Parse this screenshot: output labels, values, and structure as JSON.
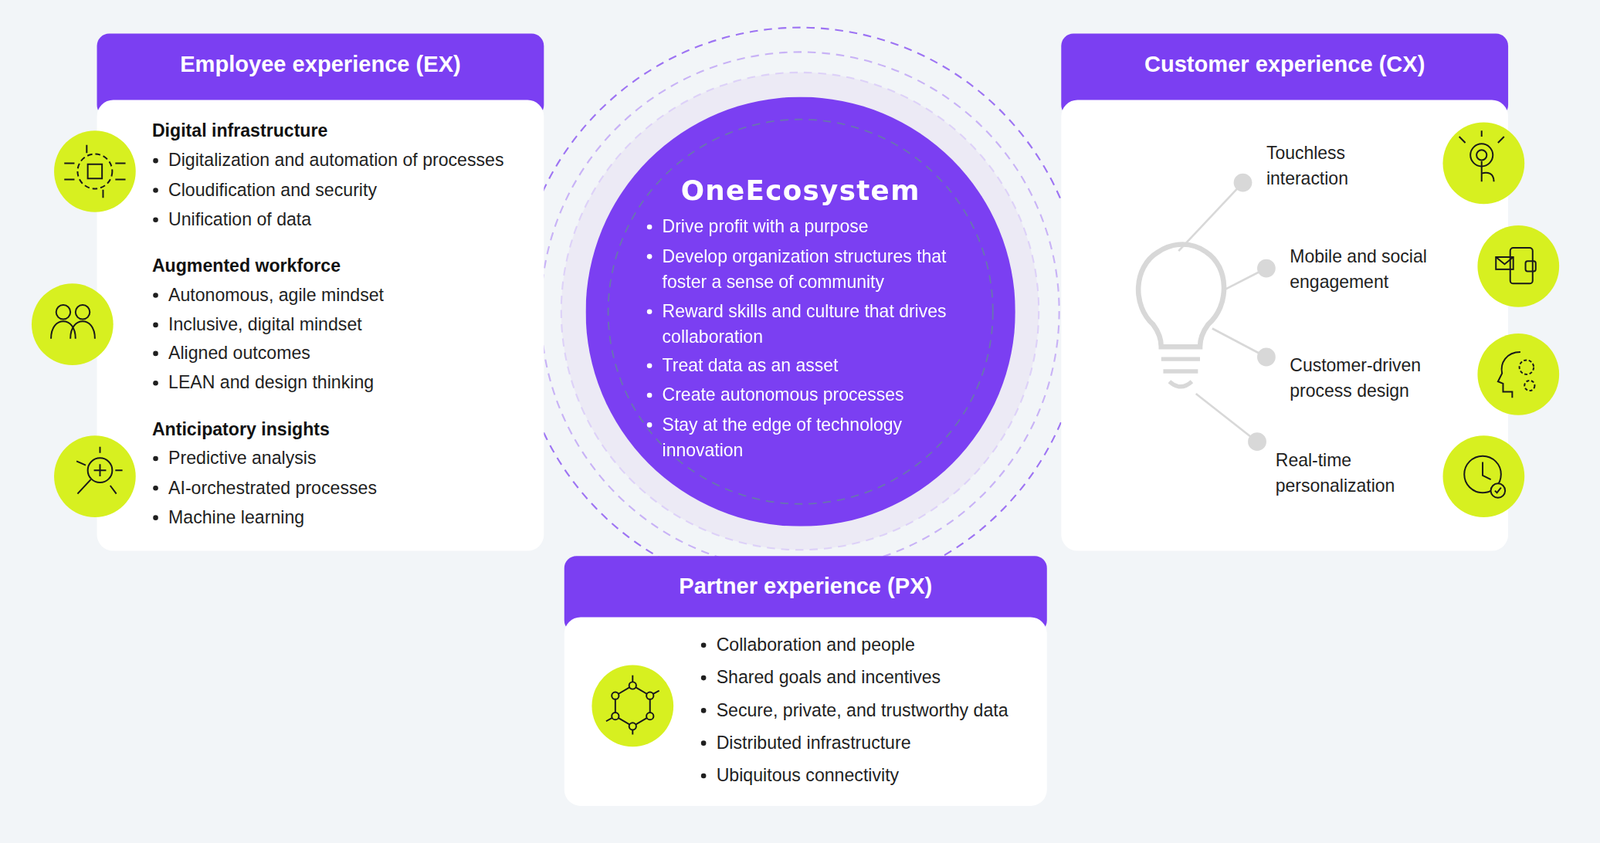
{
  "diagram": {
    "nodes": [
      {
        "text": [
          "Employee experience (EX)",
          "Digital infrastructure",
          "Digitalization and automation of processes",
          "Cloudification and security",
          "Unification of data",
          "Augmented workforce",
          "Autonomous, agile mindset",
          "Inclusive, digital mindset",
          "Aligned outcomes",
          "LEAN and design thinking",
          "Anticipatory insights",
          "Predictive analysis",
          "AI-orchestrated processes",
          "Machine learning"
        ]
      },
      {
        "text": [
          "OneEcosystem",
          "Drive profit with a purpose",
          "Develop organization structures that foster a sense of community",
          "Reward skills and culture that drives collaboration",
          "Treat data as an asset",
          "Create autonomous processes",
          "Stay at the edge of technology innovation"
        ]
      },
      {
        "text": [
          "Customer experience (CX)",
          "Touchless interaction",
          "Mobile and social engagement",
          "Customer-driven process design",
          "Real-time personalization"
        ]
      },
      {
        "text": [
          "Partner experience (PX)",
          "Collaboration and people",
          "Shared goals and incentives",
          "Secure, private, and trustworthy data",
          "Distributed infrastructure",
          "Ubiquitous connectivity"
        ]
      }
    ]
  }
}
